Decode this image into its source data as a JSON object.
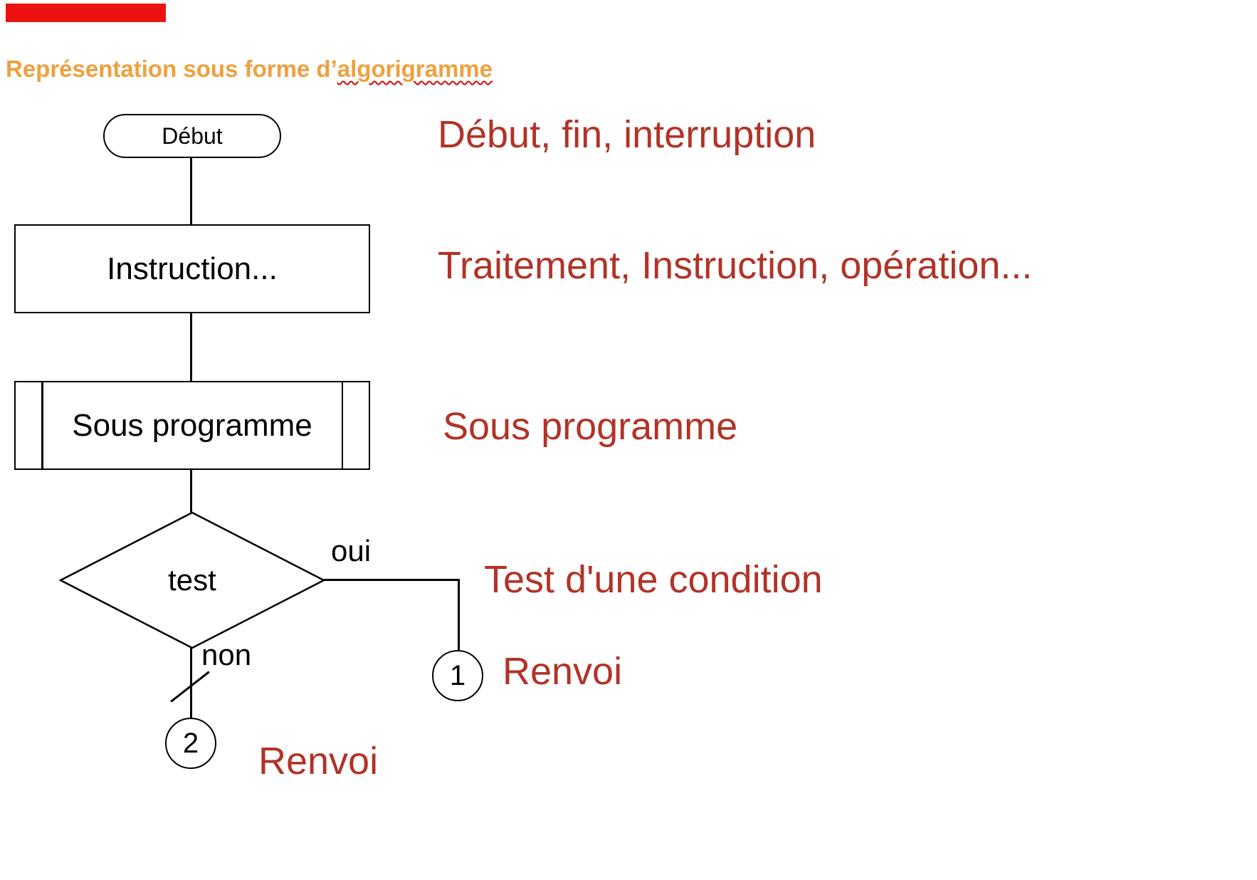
{
  "page": {
    "title_prefix": "Représentation sous forme d’",
    "title_underlined": "algorigramme"
  },
  "flowchart": {
    "start_label": "Début",
    "instruction_label": "Instruction...",
    "subprogram_label": "Sous programme",
    "test_label": "test",
    "oui_label": "oui",
    "non_label": "non",
    "connector1_label": "1",
    "connector2_label": "2"
  },
  "legend": {
    "start": "Début, fin, interruption",
    "process": "Traitement, Instruction, opération...",
    "subprogram": "Sous programme",
    "test": "Test d'une condition",
    "renvoi1": "Renvoi",
    "renvoi2": "Renvoi"
  },
  "colors": {
    "accent_red_bar": "#ee1111",
    "title_orange": "#efa03e",
    "legend_red": "#b13328",
    "underline_red": "#cc1100"
  }
}
